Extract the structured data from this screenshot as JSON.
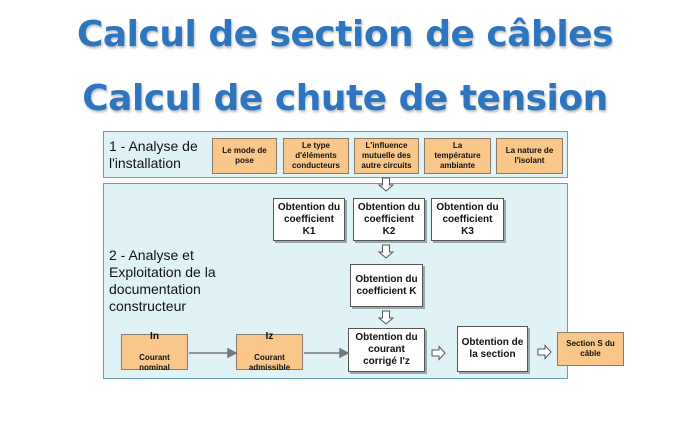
{
  "titles": {
    "line1": "Calcul de section de câbles",
    "line2": "Calcul de chute de tension"
  },
  "panel1": {
    "label": "1 - Analyse de\nl'installation",
    "factors": [
      "Le  mode de\npose",
      "Le  type\nd'éléments\nconducteurs",
      "L'influence\nmutuelle des\nautre circuits",
      "La\ntempérature\nambiante",
      "La nature de\nl'isolant"
    ]
  },
  "panel2": {
    "label": "2 - Analyse et\nExploitation de la\ndocumentation\nconstructeur",
    "coefficients": [
      "Obtention du\ncoefficient\nK1",
      "Obtention du\ncoefficient\nK2",
      "Obtention du\ncoefficient\nK3"
    ],
    "coefficient_k": "Obtention du\ncoefficient K",
    "courant_nominal": {
      "symbol": "In",
      "label": "Courant\nnominal"
    },
    "courant_admissible": {
      "symbol": "Iz",
      "label": "Courant\nadmissible"
    },
    "courant_corrige": "Obtention du\ncourant\ncorrigé I'z",
    "obtention_section": "Obtention de\nla section",
    "section_cable": "Section S du\ncâble"
  },
  "colors": {
    "title": "#2e75c0",
    "panel_fill": "#dff3f7",
    "orange_box": "#fac78a"
  }
}
